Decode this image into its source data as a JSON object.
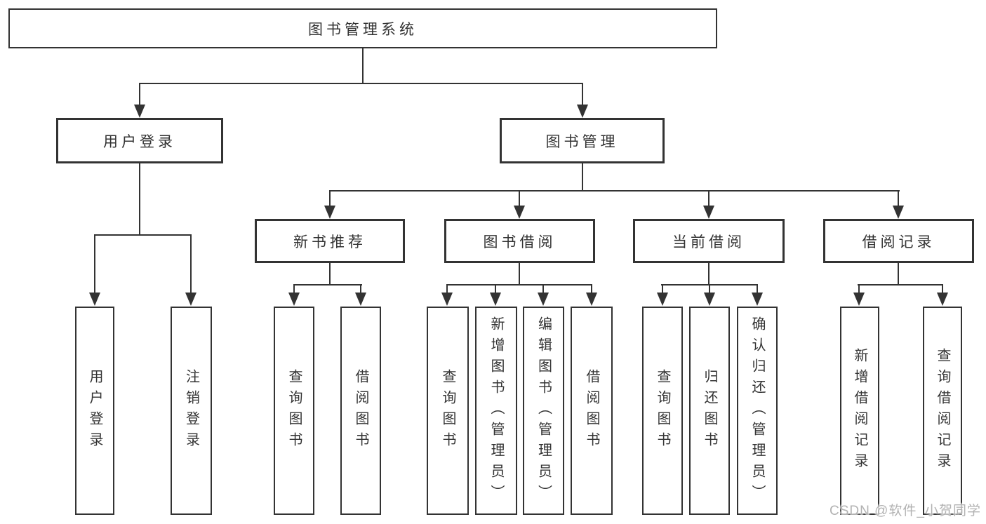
{
  "diagram": {
    "title": "图书管理系统",
    "watermark": "CSDN @软件_小贺同学",
    "colors": {
      "line": "#333333",
      "text": "#333333",
      "box_background": "#ffffff",
      "watermark": "#b2b2b2"
    },
    "nodes": {
      "root": "图书管理系统",
      "user_login": "用户登录",
      "book_mgmt": "图书管理",
      "new_book_rec": "新书推荐",
      "book_borrow": "图书借阅",
      "current_borrow": "当前借阅",
      "borrow_record": "借阅记录",
      "leaves": {
        "login": "用户登录",
        "logout": "注销登录",
        "rec_query_book": "查询图书",
        "rec_borrow_book": "借阅图书",
        "bb_query_book": "查询图书",
        "bb_add_book": "新增图书（管理员）",
        "bb_edit_book": "编辑图书（管理员）",
        "bb_borrow_book": "借阅图书",
        "cb_query_book": "查询图书",
        "cb_return_book": "归还图书",
        "cb_confirm_return": "确认归还（管理员）",
        "br_add_record": "新增借阅记录",
        "br_query_record": "查询借阅记录"
      }
    },
    "hierarchy": {
      "图书管理系统": {
        "用户登录": [
          "用户登录",
          "注销登录"
        ],
        "图书管理": {
          "新书推荐": [
            "查询图书",
            "借阅图书"
          ],
          "图书借阅": [
            "查询图书",
            "新增图书（管理员）",
            "编辑图书（管理员）",
            "借阅图书"
          ],
          "当前借阅": [
            "查询图书",
            "归还图书",
            "确认归还（管理员）"
          ],
          "借阅记录": [
            "新增借阅记录",
            "查询借阅记录"
          ]
        }
      }
    }
  }
}
